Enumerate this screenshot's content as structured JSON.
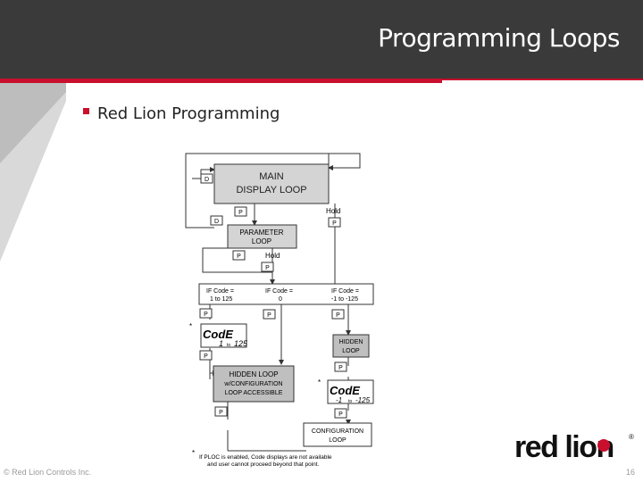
{
  "slide": {
    "title": "Programming Loops",
    "subtitle": "Red Lion Programming",
    "footer": "© Red Lion Controls Inc.",
    "page_number": "16",
    "accent_color": "#c8102e",
    "header_color": "#3a3a3a"
  },
  "diagram": {
    "main_loop": [
      "MAIN",
      "DISPLAY LOOP"
    ],
    "parameter_loop": [
      "PARAMETER",
      "LOOP"
    ],
    "hidden_loop": [
      "HIDDEN",
      "LOOP"
    ],
    "hidden_loop_config": [
      "HIDDEN LOOP",
      "w/CONFIGURATION",
      "LOOP ACCESSIBLE"
    ],
    "configuration_loop": [
      "CONFIGURATION",
      "LOOP"
    ],
    "key_d": "D",
    "key_p": "P",
    "hold": "Hold",
    "code_range_1": [
      "IF Code =",
      "1 to 125"
    ],
    "code_range_2": [
      "IF Code =",
      "0"
    ],
    "code_range_3": [
      "IF Code =",
      "-1 to -125"
    ],
    "code_display": "CodE",
    "code_display_1": [
      "1",
      "to",
      "125"
    ],
    "code_display_2": [
      "-1",
      "to",
      "-125"
    ],
    "asterisk": "*",
    "footnote": [
      "If PLOC is enabled, Code displays are not available",
      "and user cannot proceed beyond that point."
    ]
  },
  "logo": {
    "text": "red lion",
    "registered": "®"
  }
}
